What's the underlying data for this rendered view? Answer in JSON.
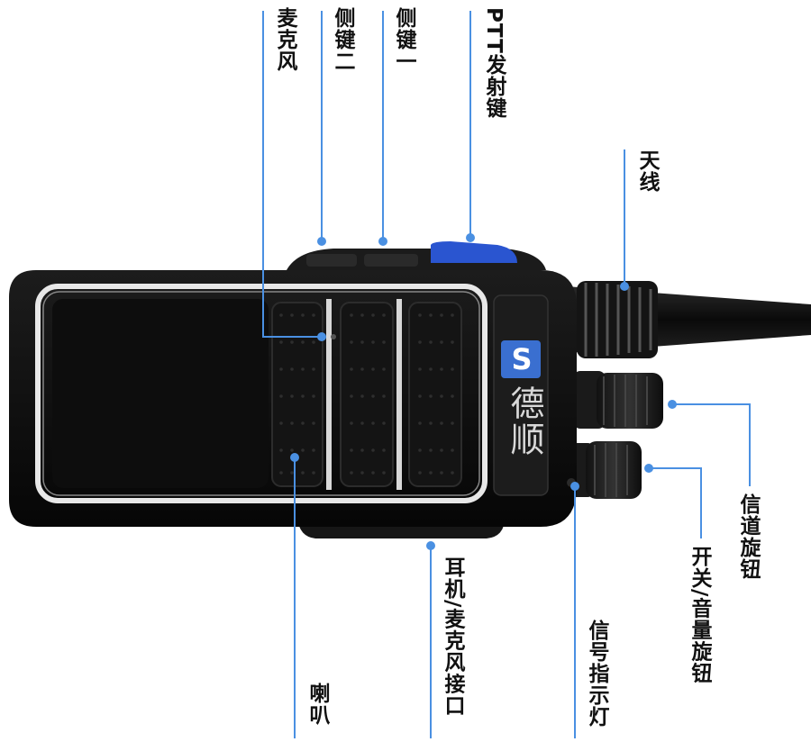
{
  "brand": {
    "logo_letter": "S",
    "name": "德顺",
    "logo_color": "#3a6fd0"
  },
  "callouts": {
    "ptt": "PTT发射键",
    "side_key_1": "侧键一",
    "side_key_2": "侧键二",
    "microphone": "麦克风",
    "antenna": "天线",
    "channel_knob": "信道旋钮",
    "power_volume_knob": "开关/音量旋钮",
    "signal_led": "信号指示灯",
    "earphone_port": "耳机/麦克风接口",
    "speaker": "喇叭"
  },
  "colors": {
    "leader_line": "#4a90e2",
    "body": "#121212",
    "ptt_button": "#2a55d0",
    "frame": "#e6e6e6"
  }
}
